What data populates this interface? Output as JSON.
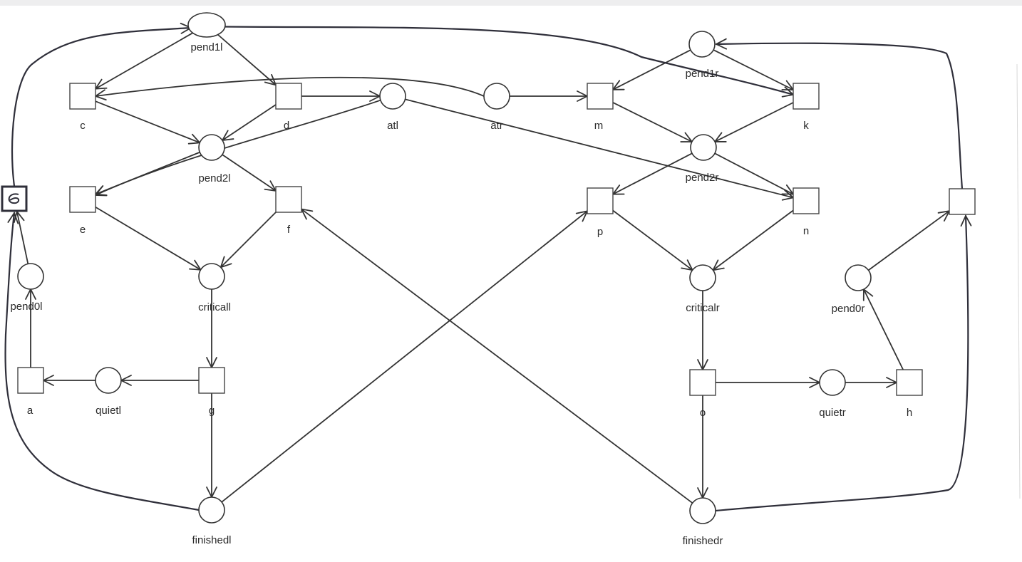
{
  "places": [
    {
      "id": "pend1l",
      "label": "pend1l"
    },
    {
      "id": "pend2l",
      "label": "pend2l"
    },
    {
      "id": "atl",
      "label": "atl"
    },
    {
      "id": "atr",
      "label": "atr"
    },
    {
      "id": "pend1r",
      "label": "pend1r"
    },
    {
      "id": "pend2r",
      "label": "pend2r"
    },
    {
      "id": "criticall",
      "label": "criticall"
    },
    {
      "id": "criticalr",
      "label": "criticalr"
    },
    {
      "id": "pend0l",
      "label": "pend0l"
    },
    {
      "id": "pend0r",
      "label": "pend0r"
    },
    {
      "id": "quietl",
      "label": "quietl"
    },
    {
      "id": "quietr",
      "label": "quietr"
    },
    {
      "id": "finishedl",
      "label": "finishedl"
    },
    {
      "id": "finishedr",
      "label": "finishedr"
    }
  ],
  "transitions": [
    {
      "id": "c",
      "label": "c"
    },
    {
      "id": "d",
      "label": "d"
    },
    {
      "id": "m",
      "label": "m"
    },
    {
      "id": "k",
      "label": "k"
    },
    {
      "id": "e",
      "label": "e"
    },
    {
      "id": "f",
      "label": "f"
    },
    {
      "id": "p",
      "label": "p"
    },
    {
      "id": "n",
      "label": "n"
    },
    {
      "id": "a",
      "label": "a"
    },
    {
      "id": "g",
      "label": "g"
    },
    {
      "id": "o",
      "label": "o"
    },
    {
      "id": "h",
      "label": "h"
    },
    {
      "id": "handdrawn_left",
      "label": ""
    },
    {
      "id": "handdrawn_right",
      "label": ""
    }
  ],
  "arcs": [
    {
      "from": "c",
      "to": "pend2l"
    },
    {
      "from": "pend1l",
      "to": "c"
    },
    {
      "from": "pend1l",
      "to": "d"
    },
    {
      "from": "d",
      "to": "pend2l"
    },
    {
      "from": "pend2l",
      "to": "e"
    },
    {
      "from": "pend2l",
      "to": "f"
    },
    {
      "from": "e",
      "to": "criticall"
    },
    {
      "from": "f",
      "to": "criticall"
    },
    {
      "from": "criticall",
      "to": "g"
    },
    {
      "from": "g",
      "to": "quietl"
    },
    {
      "from": "quietl",
      "to": "a"
    },
    {
      "from": "a",
      "to": "pend0l"
    },
    {
      "from": "g",
      "to": "finishedl"
    },
    {
      "from": "d",
      "to": "atl"
    },
    {
      "from": "atl",
      "to": "n"
    },
    {
      "from": "atr",
      "to": "m"
    },
    {
      "from": "atr",
      "to": "c"
    },
    {
      "from": "atl",
      "to": "e"
    },
    {
      "from": "pend1r",
      "to": "m"
    },
    {
      "from": "pend1r",
      "to": "k"
    },
    {
      "from": "m",
      "to": "pend2r"
    },
    {
      "from": "k",
      "to": "pend2r"
    },
    {
      "from": "pend2r",
      "to": "p"
    },
    {
      "from": "pend2r",
      "to": "n"
    },
    {
      "from": "p",
      "to": "criticalr"
    },
    {
      "from": "n",
      "to": "criticalr"
    },
    {
      "from": "criticalr",
      "to": "o"
    },
    {
      "from": "o",
      "to": "quietr"
    },
    {
      "from": "quietr",
      "to": "h"
    },
    {
      "from": "h",
      "to": "pend0r"
    },
    {
      "from": "o",
      "to": "finishedr"
    },
    {
      "from": "finishedl",
      "to": "p"
    },
    {
      "from": "finishedr",
      "to": "f"
    },
    {
      "from": "pend0r",
      "to": "handdrawn_right"
    },
    {
      "from": "finishedr",
      "to": "handdrawn_right"
    },
    {
      "from": "handdrawn_right",
      "to": "pend1r"
    },
    {
      "from": "pend0l",
      "to": "handdrawn_left"
    },
    {
      "from": "finishedl",
      "to": "handdrawn_left"
    },
    {
      "from": "handdrawn_left",
      "to": "pend1l"
    },
    {
      "from": "pend1l",
      "to": "k"
    }
  ],
  "colors": {
    "stroke": "#333333",
    "background": "#ffffff"
  }
}
